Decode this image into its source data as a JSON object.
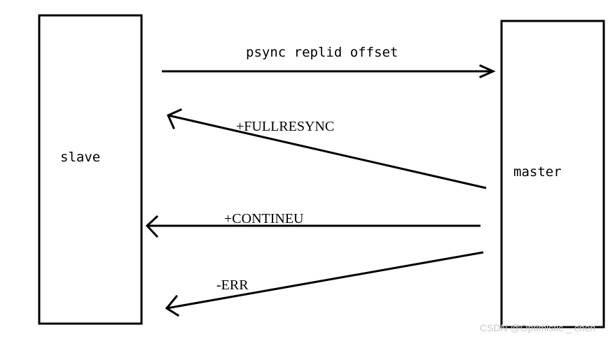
{
  "diagram": {
    "nodes": {
      "slave": {
        "label": "slave"
      },
      "master": {
        "label": "master"
      }
    },
    "messages": [
      {
        "id": "psync",
        "label": "psync replid offset",
        "from": "slave",
        "to": "master"
      },
      {
        "id": "fullresync",
        "label": "+FULLRESYNC",
        "from": "master",
        "to": "slave"
      },
      {
        "id": "continue",
        "label": "+CONTINEU",
        "from": "master",
        "to": "slave"
      },
      {
        "id": "err",
        "label": "-ERR",
        "from": "master",
        "to": "slave"
      }
    ]
  },
  "watermark": "CSDN @Optimistic _ chen"
}
